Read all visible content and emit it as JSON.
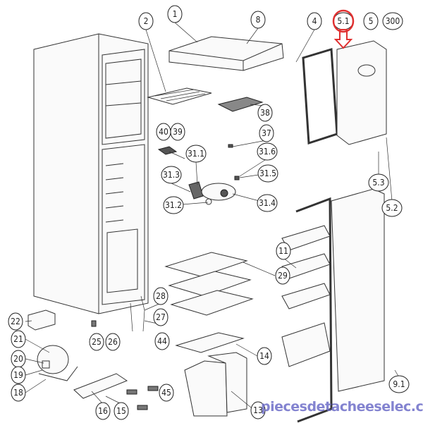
{
  "title": "Refrigerator exploded parts diagram",
  "highlight_color": "#e03030",
  "highlighted_part": "5.1",
  "callouts": [
    "1",
    "2",
    "8",
    "4",
    "5.1",
    "5",
    "300",
    "38",
    "40",
    "39",
    "37",
    "31.1",
    "31.6",
    "31.3",
    "31.5",
    "31.2",
    "31.4",
    "5.3",
    "5.2",
    "11",
    "29",
    "28",
    "27",
    "22",
    "25",
    "26",
    "44",
    "21",
    "20",
    "19",
    "18",
    "14",
    "45",
    "16",
    "15",
    "13",
    "9.1"
  ],
  "watermark": "piecesdetacheeselec.com"
}
